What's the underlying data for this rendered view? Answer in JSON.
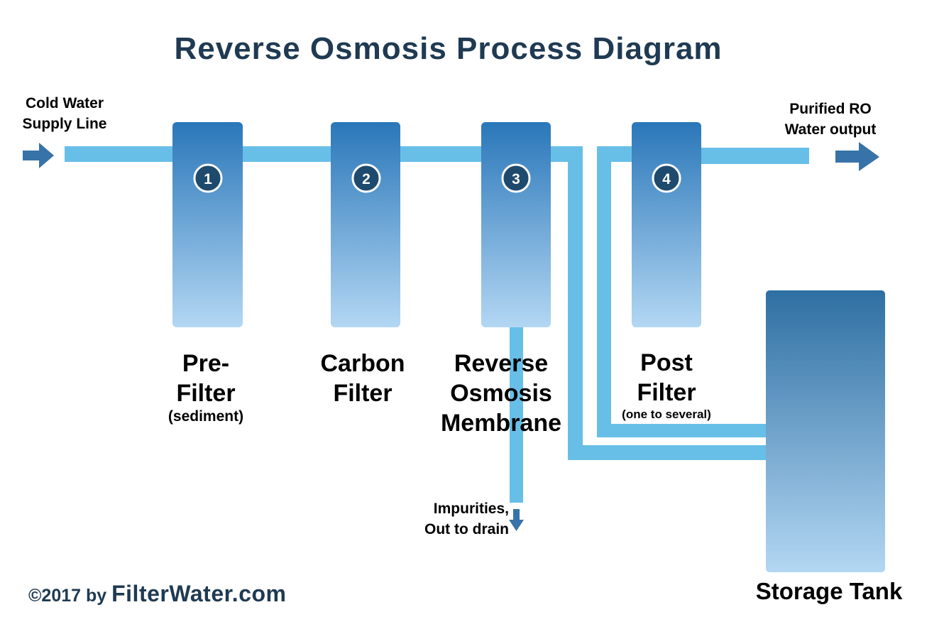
{
  "title": "Reverse Osmosis Process Diagram",
  "inlet": {
    "line1": "Cold Water",
    "line2": "Supply Line"
  },
  "outlet": {
    "line1": "Purified RO",
    "line2": "Water output"
  },
  "stages": [
    {
      "number": "1",
      "label_line1": "Pre-",
      "label_line2": "Filter",
      "sub": "(sediment)"
    },
    {
      "number": "2",
      "label_line1": "Carbon",
      "label_line2": "Filter"
    },
    {
      "number": "3",
      "label_line1": "Reverse",
      "label_line2": "Osmosis",
      "label_line3": "Membrane"
    },
    {
      "number": "4",
      "label_line1": "Post",
      "label_line2": "Filter",
      "sub": "(one to several)"
    }
  ],
  "drain": {
    "line1": "Impurities,",
    "line2": "Out to drain"
  },
  "tank": {
    "label": "Storage Tank"
  },
  "copyright": {
    "prefix": "©2017 by",
    "brand": "FilterWater.com"
  },
  "colors": {
    "pipe": "#67bfe8",
    "cartridge_top": "#2a77b9",
    "cartridge_bottom": "#b3d7f3",
    "tank_top": "#2e6fa2",
    "tank_bottom": "#b3d7f3",
    "badge_fill": "#1e4a6e",
    "arrow": "#3773a8",
    "title": "#1f3a52"
  }
}
